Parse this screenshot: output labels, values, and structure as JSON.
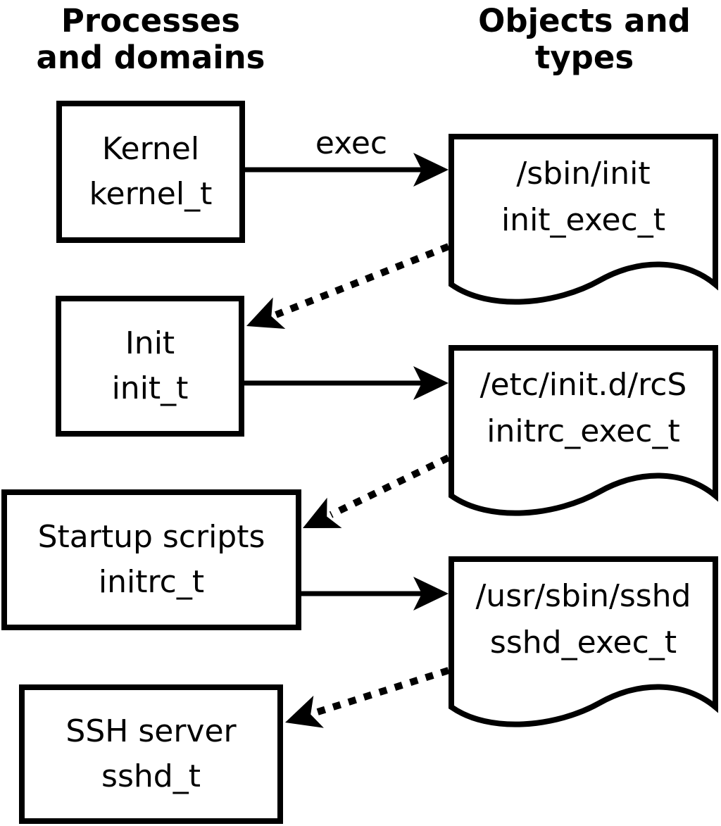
{
  "headers": {
    "left": {
      "line1": "Processes",
      "line2": "and domains"
    },
    "right": {
      "line1": "Objects and",
      "line2": "types"
    }
  },
  "arrow_label": {
    "exec": "exec"
  },
  "domains": [
    {
      "name": "Kernel",
      "type": "kernel_t"
    },
    {
      "name": "Init",
      "type": "init_t"
    },
    {
      "name": "Startup scripts",
      "type": "initrc_t"
    },
    {
      "name": "SSH server",
      "type": "sshd_t"
    }
  ],
  "objects": [
    {
      "path": "/sbin/init",
      "type": "init_exec_t"
    },
    {
      "path": "/etc/init.d/rcS",
      "type": "initrc_exec_t"
    },
    {
      "path": "/usr/sbin/sshd",
      "type": "sshd_exec_t"
    }
  ],
  "edges": {
    "solid": [
      {
        "from": "kernel_t",
        "to": "init_exec_t",
        "label": "exec",
        "style": "solid"
      },
      {
        "from": "init_t",
        "to": "initrc_exec_t",
        "label": "",
        "style": "solid"
      },
      {
        "from": "initrc_t",
        "to": "sshd_exec_t",
        "label": "",
        "style": "solid"
      }
    ],
    "dotted": [
      {
        "from": "init_exec_t",
        "to": "init_t",
        "style": "dotted"
      },
      {
        "from": "initrc_exec_t",
        "to": "initrc_t",
        "style": "dotted"
      },
      {
        "from": "sshd_exec_t",
        "to": "sshd_t",
        "style": "dotted"
      }
    ]
  },
  "colors": {
    "ink": "#000000",
    "background": "#ffffff"
  }
}
